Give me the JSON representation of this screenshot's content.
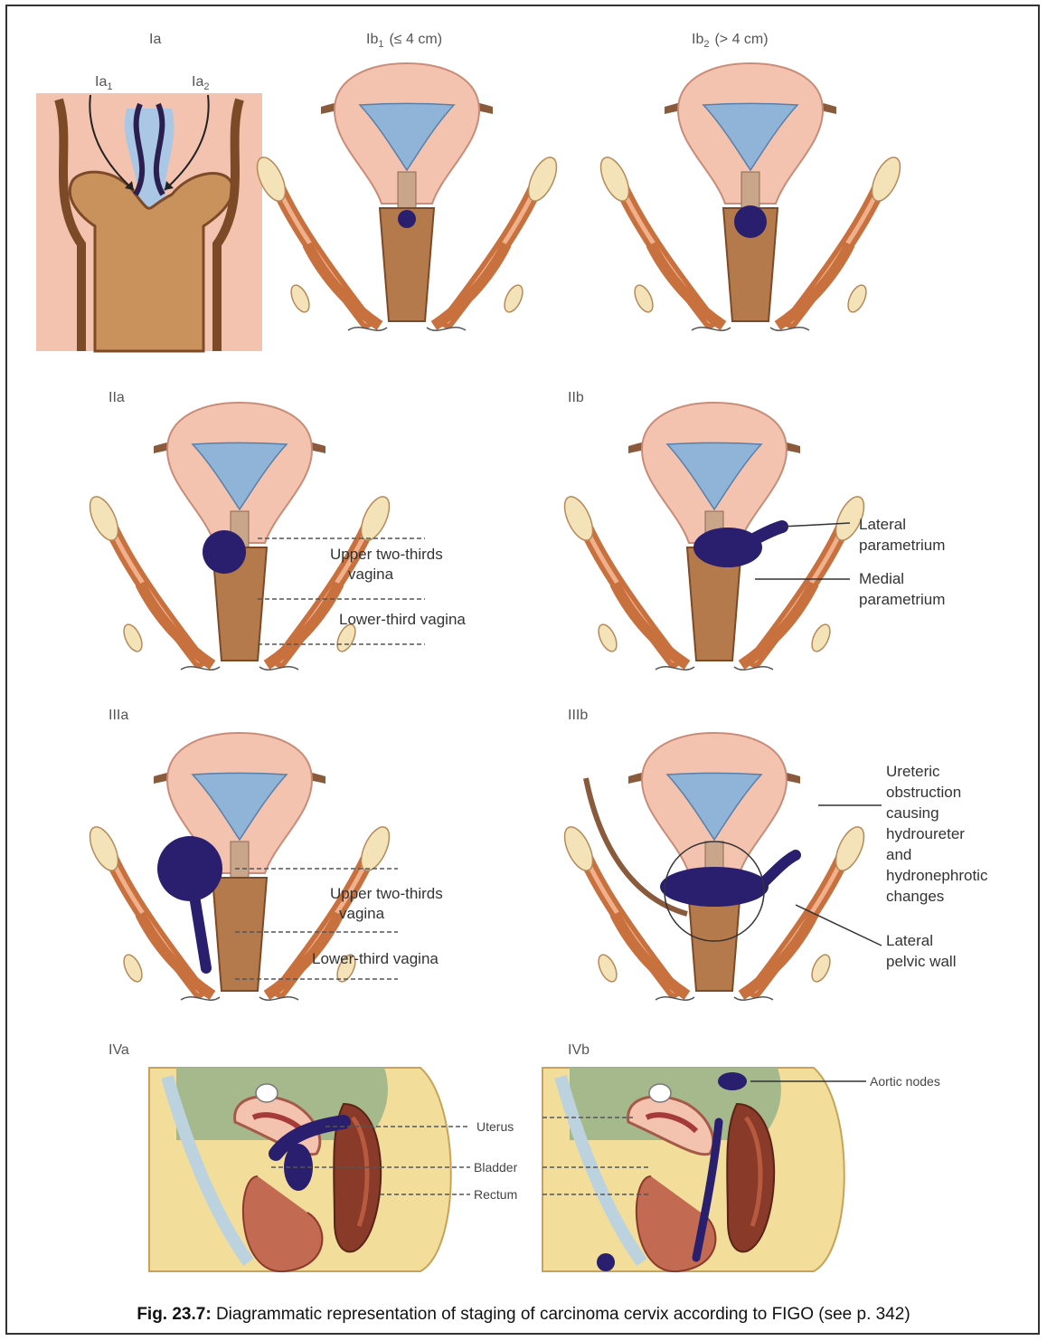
{
  "stages": {
    "ia": "Ia",
    "ia1": "Ia",
    "ia1_sub": "1",
    "ia2": "Ia",
    "ia2_sub": "2",
    "ib1": "Ib",
    "ib1_sub": "1",
    "ib1_note": "(≤ 4 cm)",
    "ib2": "Ib",
    "ib2_sub": "2",
    "ib2_note": "(> 4 cm)",
    "iia": "IIa",
    "iib": "IIb",
    "iiia": "IIIa",
    "iiib": "IIIb",
    "iva": "IVa",
    "ivb": "IVb"
  },
  "labels": {
    "upper_two_thirds_1": "Upper two-thirds",
    "upper_two_thirds_2": "vagina",
    "lower_third": "Lower-third vagina",
    "lateral_param_1": "Lateral",
    "lateral_param_2": "parametrium",
    "medial_param_1": "Medial",
    "medial_param_2": "parametrium",
    "ureteric_1": "Ureteric",
    "ureteric_2": "obstruction",
    "ureteric_3": "causing",
    "ureteric_4": "hydroureter",
    "ureteric_5": "and",
    "ureteric_6": "hydronephrotic",
    "ureteric_7": "changes",
    "lateral_pelvic_1": "Lateral",
    "lateral_pelvic_2": "pelvic wall",
    "aortic_nodes": "Aortic nodes",
    "uterus": "Uterus",
    "bladder": "Bladder",
    "rectum": "Rectum"
  },
  "caption": {
    "fig": "Fig. 23.7:",
    "text": " Diagrammatic representation of staging of carcinoma cervix according to FIGO (see p. 342)"
  },
  "colors": {
    "uterus": "#f3c3b0",
    "cavity": "#8fb4d8",
    "vagina": "#b57a4c",
    "muscle": "#c8703e",
    "tumor": "#2a1f6e",
    "fat": "#f2de9a",
    "bowel": "#a5b98c"
  }
}
